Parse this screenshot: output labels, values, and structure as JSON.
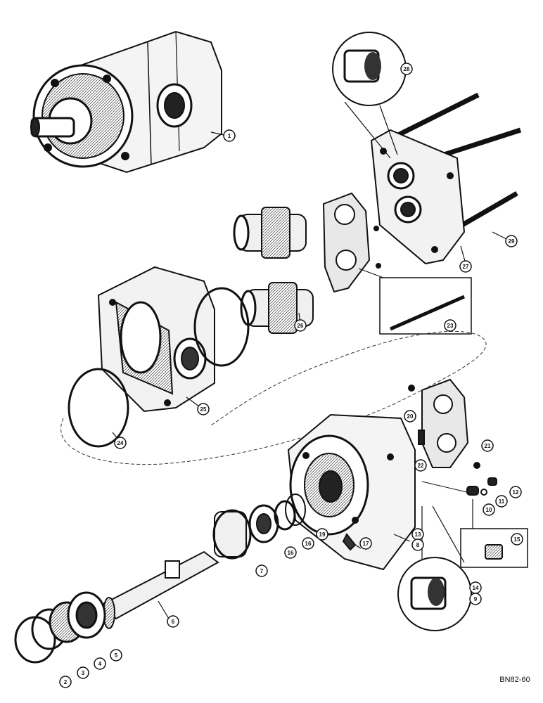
{
  "figure": {
    "drawing_code": "BN82-60",
    "callouts": {
      "c1": "1",
      "c2": "2",
      "c3": "3",
      "c4": "4",
      "c5": "5",
      "c6": "6",
      "c7": "7",
      "c8": "8",
      "c9": "9",
      "c10": "10",
      "c11": "11",
      "c12": "12",
      "c13": "13",
      "c14": "14",
      "c15": "15",
      "c16a": "16",
      "c16b": "16",
      "c17": "17",
      "c19": "19",
      "c20": "20",
      "c21": "21",
      "c22": "22",
      "c23": "23",
      "c24": "24",
      "c25": "25",
      "c26": "26",
      "c27": "27",
      "c28": "28",
      "c29": "29"
    }
  }
}
